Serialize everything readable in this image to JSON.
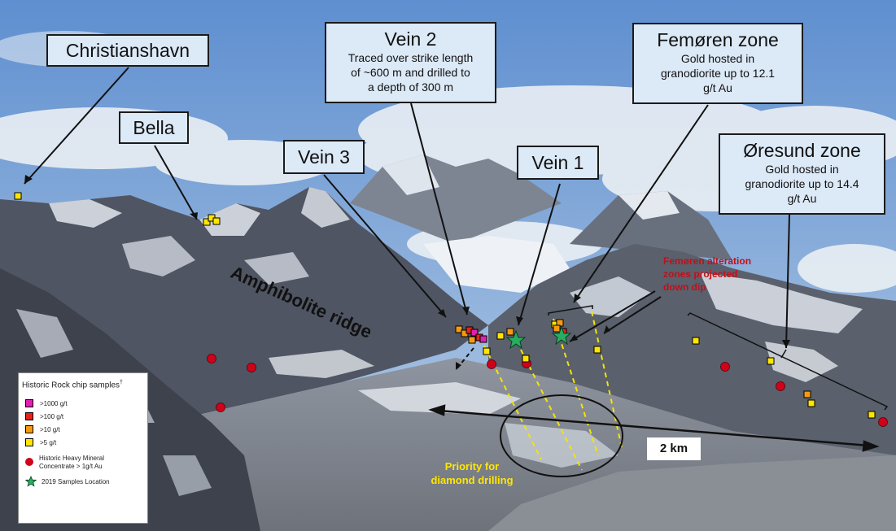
{
  "callouts": {
    "christianshavn": {
      "title": "Christianshavn"
    },
    "bella": {
      "title": "Bella"
    },
    "vein3": {
      "title": "Vein 3"
    },
    "vein2": {
      "title": "Vein 2",
      "lines": [
        "Traced over strike length",
        "of ~600 m and drilled to",
        "a depth of 300 m"
      ]
    },
    "vein1": {
      "title": "Vein 1"
    },
    "femoren": {
      "title": "Femøren zone",
      "lines": [
        "Gold hosted in",
        "granodiorite up to 12.1",
        "g/t Au"
      ]
    },
    "oresund": {
      "title": "Øresund zone",
      "lines": [
        "Gold hosted in",
        "granodiorite up to 14.4",
        "g/t Au"
      ]
    }
  },
  "annotations": {
    "ridge": "Amphibolite ridge",
    "femoren_alteration": [
      "Femøren alteration",
      "zones projected",
      "down dip"
    ],
    "priority": [
      "Priority for",
      "diamond drilling"
    ],
    "scale": "2 km"
  },
  "legend": {
    "title": "Historic Rock chip samples",
    "title_mark": "†",
    "items": [
      {
        "label": ">1000 g/t",
        "color": "#e020b0"
      },
      {
        "label": ">100 g/t",
        "color": "#e8221b"
      },
      {
        "label": ">10 g/t",
        "color": "#f39c12"
      },
      {
        "label": ">5 g/t",
        "color": "#ffe600"
      }
    ],
    "heavy_mineral": [
      "Historic Heavy Mineral",
      "Concentrate > 1g/t Au"
    ],
    "samples_2019": "2019 Samples Location"
  },
  "colors": {
    "callout_fill": "#dce9f7",
    "heavy_mineral": "#d0021b",
    "sample_2019": "#27ae60",
    "drill_lines": "#f5e400",
    "label_red": "#c0101a"
  }
}
